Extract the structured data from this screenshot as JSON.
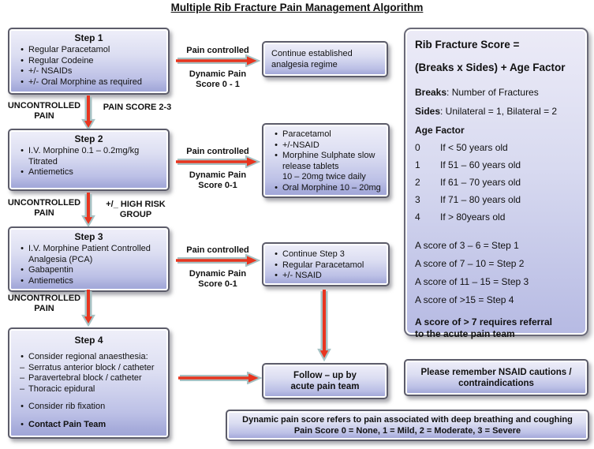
{
  "title": "Multiple Rib Fracture Pain Management Algorithm",
  "colors": {
    "arrow_red": "#e8351f",
    "arrow_teal": "#a7c2c4",
    "box_border": "#5c5c6a"
  },
  "steps": [
    {
      "header": "Step 1",
      "items": [
        "Regular Paracetamol",
        "Regular Codeine",
        "+/- NSAIDs",
        "+/- Oral Morphine as required"
      ]
    },
    {
      "header": "Step 2",
      "items": [
        "I.V. Morphine 0.1 – 0.2mg/kg\nTitrated",
        "Antiemetics"
      ]
    },
    {
      "header": "Step 3",
      "items": [
        "I.V. Morphine Patient Controlled\nAnalgesia (PCA)",
        "Gabapentin",
        "Antiemetics"
      ]
    },
    {
      "header": "Step 4",
      "items": [
        {
          "marker": "•",
          "text": "Consider regional anaesthesia:"
        },
        {
          "marker": "–",
          "text": "Serratus anterior block / catheter"
        },
        {
          "marker": "–",
          "text": "Paravertebral block / catheter"
        },
        {
          "marker": "–",
          "text": "Thoracic epidural"
        },
        {
          "marker": "•",
          "text": "Consider rib fixation"
        },
        {
          "marker": "•",
          "text": "Contact Pain Team"
        }
      ]
    }
  ],
  "connectors": {
    "uncontrolled_pain": "UNCONTROLLED PAIN",
    "pain_score_2_3": "PAIN SCORE 2-3",
    "high_risk_group": "+/_ HIGH RISK GROUP",
    "pain_controlled": "Pain controlled",
    "dynamic_pain_score_1": "Dynamic  Pain\nScore 0 - 1",
    "dynamic_pain_score_2": "Dynamic Pain\nScore 0-1",
    "dynamic_pain_score_3": "Dynamic Pain\nScore 0-1"
  },
  "outcomes": {
    "continue_regime": "Continue established\nanalgesia regime",
    "step2_controlled": {
      "items": [
        "Paracetamol",
        "+/-NSAID",
        "Morphine Sulphate slow\nrelease tablets\n10 – 20mg twice daily",
        "Oral Morphine 10 – 20mg"
      ]
    },
    "step3_controlled": {
      "items": [
        "Continue Step 3",
        "Regular Paracetamol",
        "+/- NSAID"
      ]
    },
    "follow_up": "Follow – up by\nacute pain team"
  },
  "score_panel": {
    "formula_line1": "Rib Fracture Score =",
    "formula_line2": "(Breaks x Sides) + Age Factor",
    "breaks_term": "Breaks",
    "breaks_def": ": Number of Fractures",
    "sides_term": "Sides",
    "sides_def": ": Unilateral = 1, Bilateral = 2",
    "age_factor_heading": "Age Factor",
    "age_rows": [
      {
        "score": "0",
        "text": "If < 50 years old"
      },
      {
        "score": "1",
        "text": "If 51 – 60 years old"
      },
      {
        "score": "2",
        "text": "If 61 – 70 years old"
      },
      {
        "score": "3",
        "text": "If 71 – 80 years old"
      },
      {
        "score": "4",
        "text": "If > 80years old"
      }
    ],
    "score_steps": [
      "A score of 3 – 6 = Step 1",
      "A score  of 7 – 10 = Step 2",
      "A score of 11 – 15 = Step 3",
      "A score of >15 = Step 4"
    ],
    "referral_note": "A score of > 7 requires referral\nto the acute pain team"
  },
  "notes": {
    "nsaid": "Please remember NSAID cautions /\ncontraindications",
    "dynamic_definition": "Dynamic pain score refers to pain associated with deep breathing and coughing\nPain Score 0 = None, 1 = Mild, 2 = Moderate, 3 = Severe"
  }
}
